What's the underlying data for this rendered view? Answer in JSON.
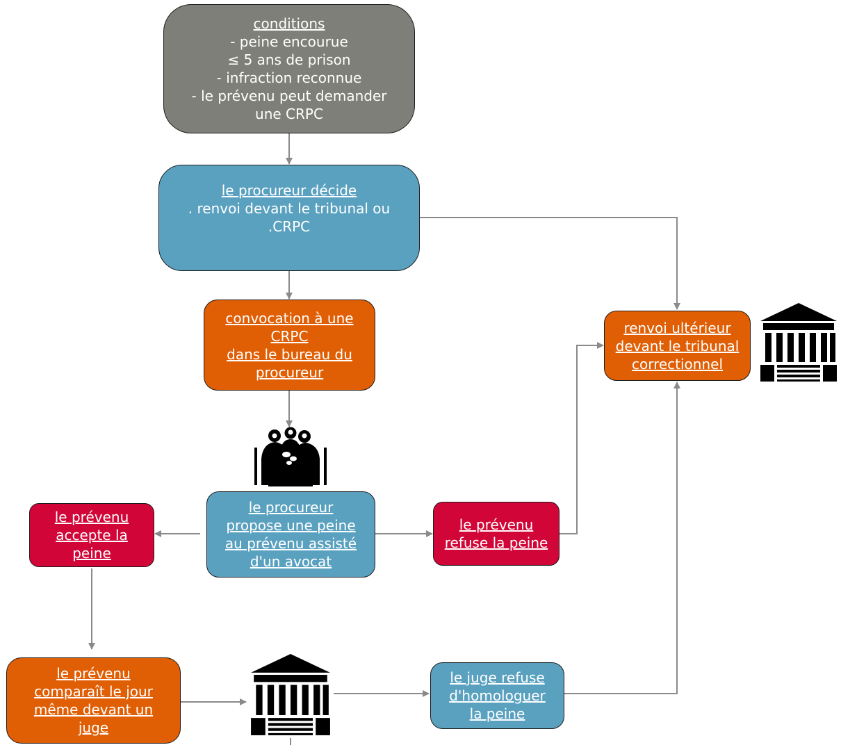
{
  "nodes": {
    "conditions": {
      "title": "conditions",
      "lines": [
        "- peine encourue",
        "≤ 5 ans de prison",
        "- infraction reconnue",
        "- le prévenu peut demander",
        "une CRPC"
      ]
    },
    "procureur_decide": {
      "title": "le procureur décide",
      "lines": [
        ". renvoi devant le tribunal ou",
        ".CRPC"
      ]
    },
    "convocation": {
      "lines": [
        "convocation à une",
        "CRPC",
        "dans le bureau du",
        "procureur"
      ]
    },
    "renvoi": {
      "lines": [
        "renvoi ultérieur",
        "devant le tribunal",
        "correctionnel"
      ]
    },
    "propose": {
      "lines": [
        "le procureur",
        "propose une peine",
        "au prévenu assisté",
        "d'un avocat"
      ]
    },
    "accepte": {
      "lines": [
        "le prévenu",
        "accepte la",
        "peine"
      ]
    },
    "refuse": {
      "lines": [
        "le prévenu",
        "refuse la peine"
      ]
    },
    "comparait": {
      "lines": [
        "le prévenu",
        "comparaît le jour",
        "même devant un",
        "juge"
      ]
    },
    "juge_refuse": {
      "lines": [
        "le juge refuse",
        "d'homologuer",
        "la peine"
      ]
    }
  },
  "icons": [
    "courthouse-icon",
    "meeting-people-icon",
    "courthouse-icon"
  ],
  "colors": {
    "gray": "#7f7f79",
    "blue": "#5aa1c0",
    "orange": "#e05e04",
    "red": "#d10537",
    "arrow": "#8a8a8a",
    "text": "#ffffff"
  }
}
